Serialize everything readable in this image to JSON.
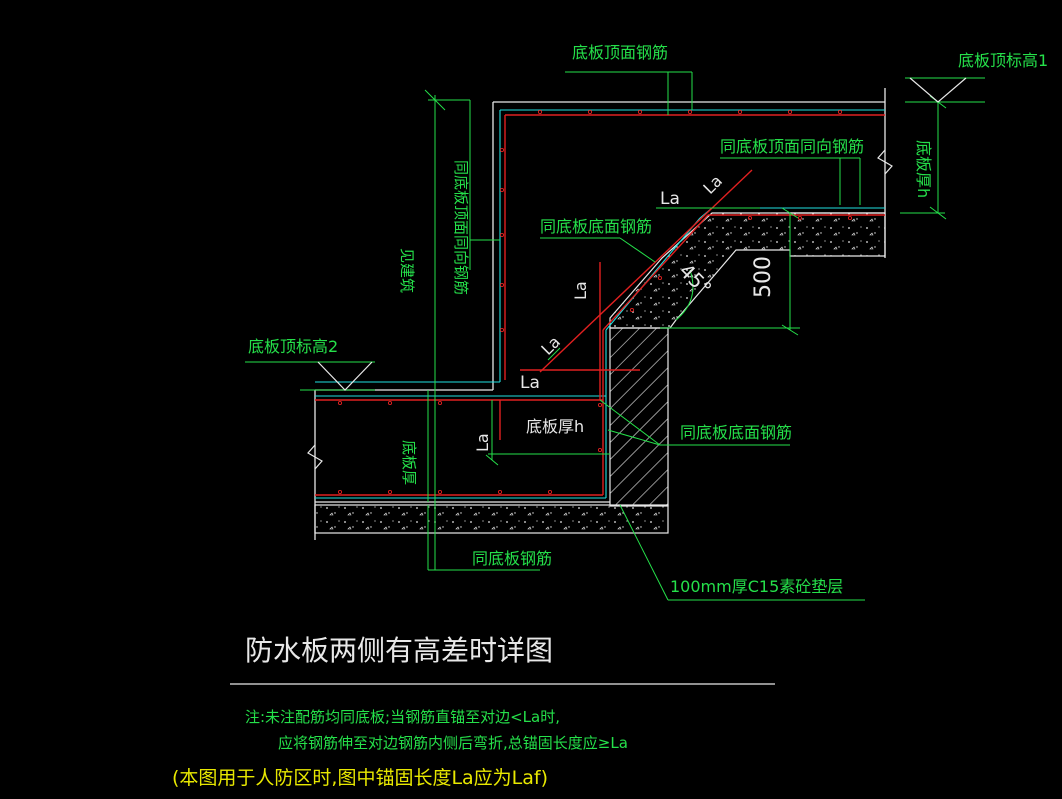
{
  "colors": {
    "background": "#000000",
    "annotation_green": "#25e04a",
    "outline_white": "#e8e8e8",
    "rebar_red": "#e02020",
    "dimension_cyan": "#20e0e0",
    "note_yellow": "#e8e800"
  },
  "labels": {
    "top_rebar": "底板顶面钢筋",
    "elev1": "底板顶标高1",
    "thick_h_right": "底板厚h",
    "same_top_dir": "同底板顶面同向钢筋",
    "la1": "La",
    "la2": "La",
    "same_bottom_face": "同底板底面钢筋",
    "angle": "45°",
    "dim500": "500",
    "la3": "La",
    "la4": "La",
    "la5": "La",
    "la6": "La",
    "vertical_top_same": "同底板顶面同向钢筋",
    "see_building": "见建筑",
    "elev2": "底板顶标高2",
    "thick_h_left": "底板厚",
    "thick_h_mid": "底板厚h",
    "same_bottom_face2": "同底板底面钢筋",
    "same_bottom_rebar": "同底板钢筋",
    "bedding": "100mm厚C15素砼垫层"
  },
  "title": "防水板两侧有高差时详图",
  "notes": {
    "line1": "注:未注配筋均同底板;当钢筋直锚至对边<La时,",
    "line2": "应将钢筋伸至对边钢筋内侧后弯折,总锚固长度应≥La",
    "line3": "(本图用于人防区时,图中锚固长度La应为Laf)"
  },
  "icons": [
    "elevation-triangle-icon",
    "break-line-icon"
  ]
}
